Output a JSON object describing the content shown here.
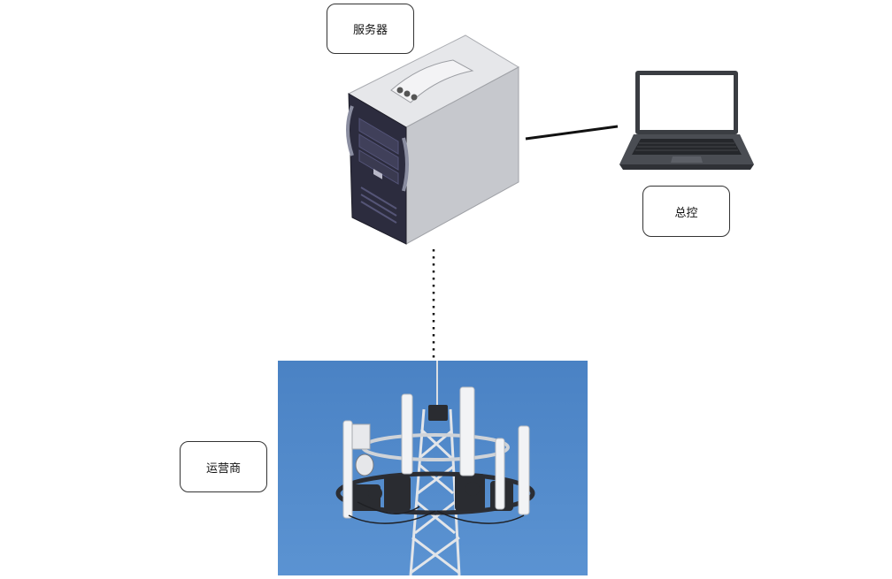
{
  "labels": {
    "server": "服务器",
    "console": "总控",
    "operator": "运营商"
  },
  "colors": {
    "sky": "#4f86c6",
    "tower_metal": "#d9dde2",
    "server_side": "#c9cbd0",
    "server_front": "#2a2a3c",
    "laptop_body": "#3a3d42"
  }
}
